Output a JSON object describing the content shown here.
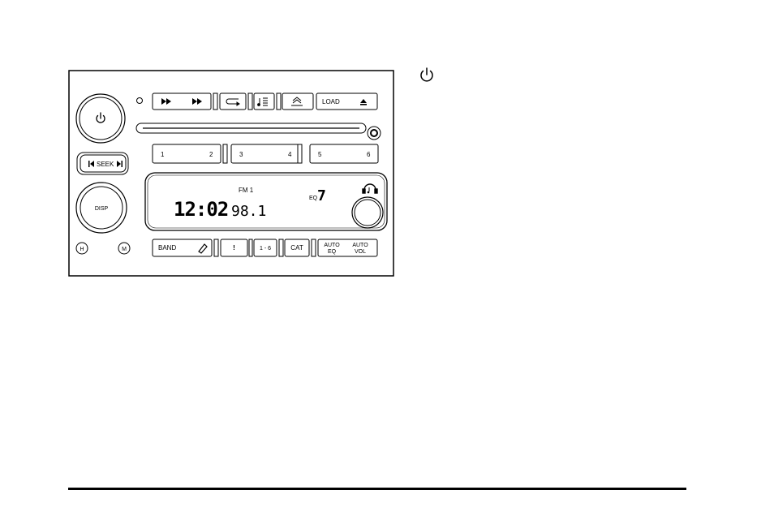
{
  "radio": {
    "buttons": {
      "load": "LOAD",
      "seek": "SEEK",
      "disp": "DISP",
      "band": "BAND",
      "info": "!",
      "presets_range": "1 - 6",
      "cat": "CAT",
      "auto_eq_1": "AUTO",
      "auto_eq_2": "EQ",
      "auto_vol_1": "AUTO",
      "auto_vol_2": "VOL",
      "hour": "H",
      "minute": "M"
    },
    "presets": [
      {
        "left": "1",
        "right": "2"
      },
      {
        "left": "3",
        "right": "4"
      },
      {
        "left": "5",
        "right": "6"
      }
    ],
    "display": {
      "band": "FM 1",
      "eq_label": "EQ",
      "eq_value": "7",
      "clock": "12:02",
      "frequency": "98.1"
    }
  },
  "icons": {
    "power": "power-icon",
    "rewind": "rewind-icon",
    "fast_forward": "fast-forward-icon",
    "eject": "eject-icon",
    "headphones": "headphones-icon"
  }
}
